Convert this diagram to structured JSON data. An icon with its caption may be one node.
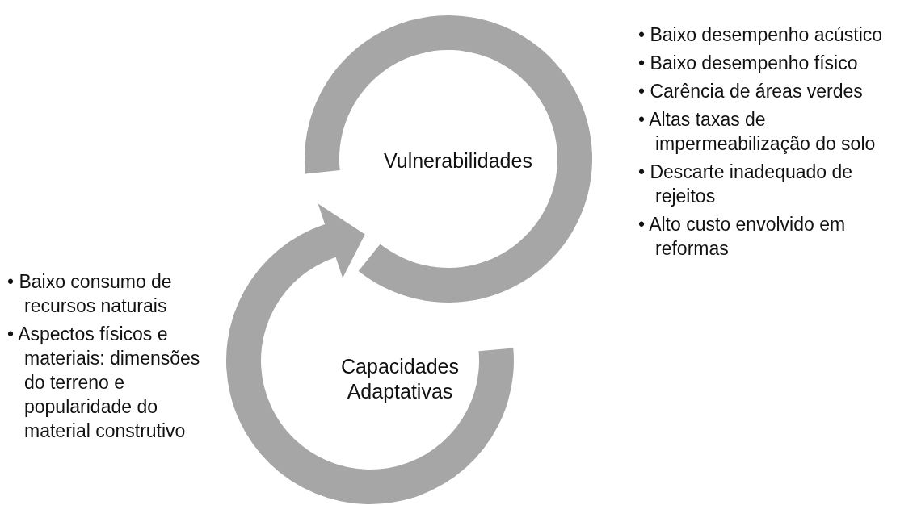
{
  "diagram": {
    "nodes": [
      {
        "text": [
          "Vulnerabilidades"
        ],
        "beside": [
          "• Baixo desempenho acústico",
          "• Baixo desempenho físico",
          "• Carência de áreas verdes",
          "• Altas taxas de impermeabilização do solo",
          "• Descarte inadequado de rejeitos",
          "• Alto custo envolvido em reformas"
        ]
      },
      {
        "text": [
          "Capacidades Adaptativas"
        ],
        "beside": [
          "• Baixo consumo de recursos naturais",
          "• Aspectos físicos e materiais: dimensões do terreno e popularidade do material construtivo"
        ]
      }
    ]
  }
}
